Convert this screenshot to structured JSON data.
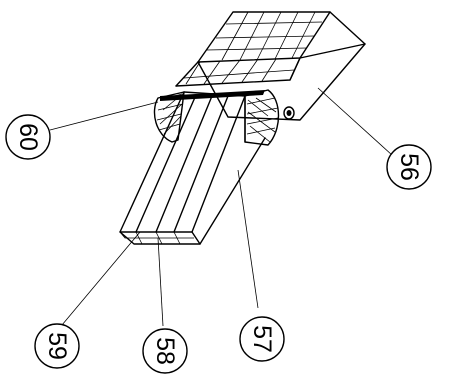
{
  "callouts": [
    {
      "id": "c60",
      "label": "60"
    },
    {
      "id": "c56",
      "label": "56"
    },
    {
      "id": "c59",
      "label": "59"
    },
    {
      "id": "c58",
      "label": "58"
    },
    {
      "id": "c57",
      "label": "57"
    }
  ]
}
